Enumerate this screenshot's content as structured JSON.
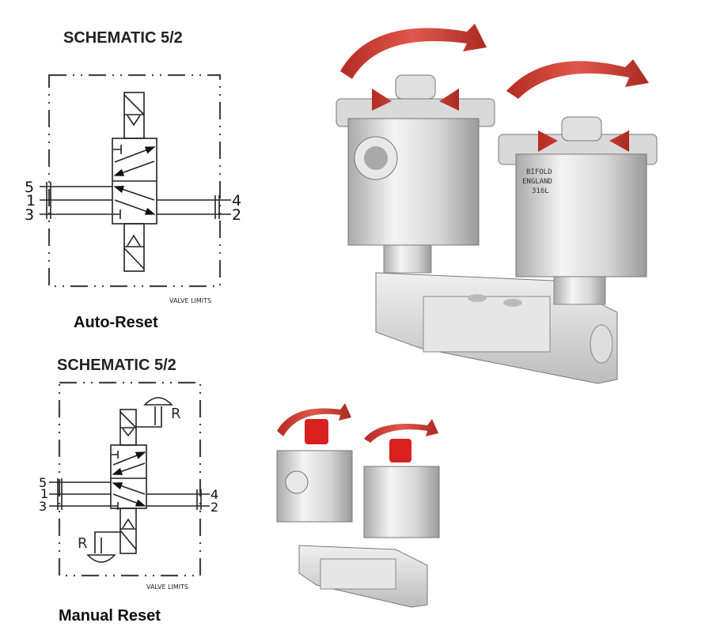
{
  "auto_reset": {
    "title": "SCHEMATIC 5/2",
    "caption": "Auto-Reset",
    "valve_limits": "VALVE LIMITS",
    "ports_left": [
      "5",
      "1",
      "3"
    ],
    "ports_right": [
      "4",
      "2"
    ]
  },
  "manual_reset": {
    "title": "SCHEMATIC 5/2",
    "caption": "Manual Reset",
    "valve_limits": "VALVE LIMITS",
    "ports_left": [
      "5",
      "1",
      "3"
    ],
    "ports_right": [
      "4",
      "2"
    ],
    "reset_top": "R",
    "reset_bottom": "R"
  },
  "product_engraving": [
    "BIFOLD",
    "ENGLAND",
    "316L"
  ],
  "colors": {
    "arrow": "#c9473c",
    "reset_button": "#d8201e",
    "body": "#dcdcdc"
  }
}
